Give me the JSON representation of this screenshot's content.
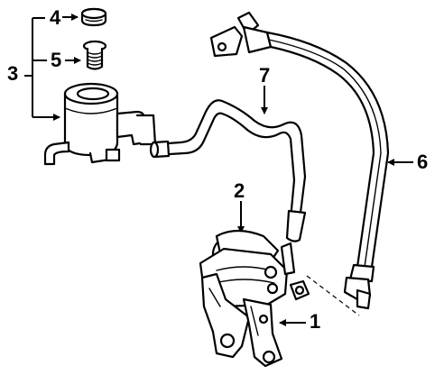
{
  "callouts": [
    {
      "id": "4",
      "text": "4"
    },
    {
      "id": "5",
      "text": "5"
    },
    {
      "id": "3",
      "text": "3"
    },
    {
      "id": "7",
      "text": "7"
    },
    {
      "id": "6",
      "text": "6"
    },
    {
      "id": "2",
      "text": "2"
    },
    {
      "id": "1",
      "text": "1"
    }
  ]
}
